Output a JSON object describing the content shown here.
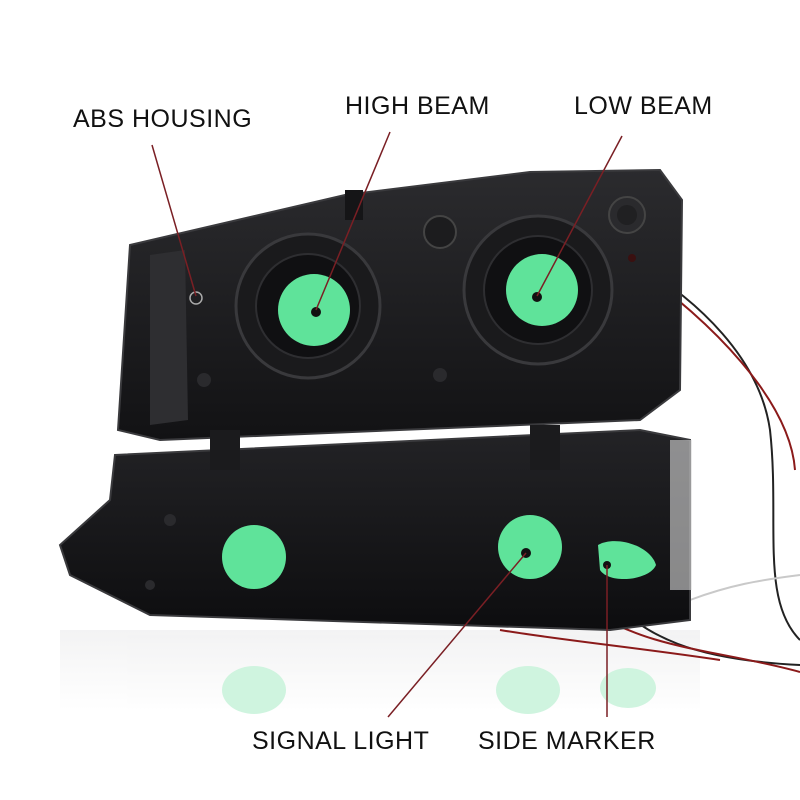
{
  "callouts": {
    "abs_housing": "ABS HOUSING",
    "high_beam": "HIGH BEAM",
    "low_beam": "LOW BEAM",
    "signal_light": "SIGNAL LIGHT",
    "side_marker": "SIDE MARKER"
  },
  "colors": {
    "housing": "#1c1c1e",
    "housing_edge": "#3a3a3d",
    "bulb_cap": "#5fe39a",
    "leader_line": "#7a1f24",
    "background": "#ffffff"
  }
}
